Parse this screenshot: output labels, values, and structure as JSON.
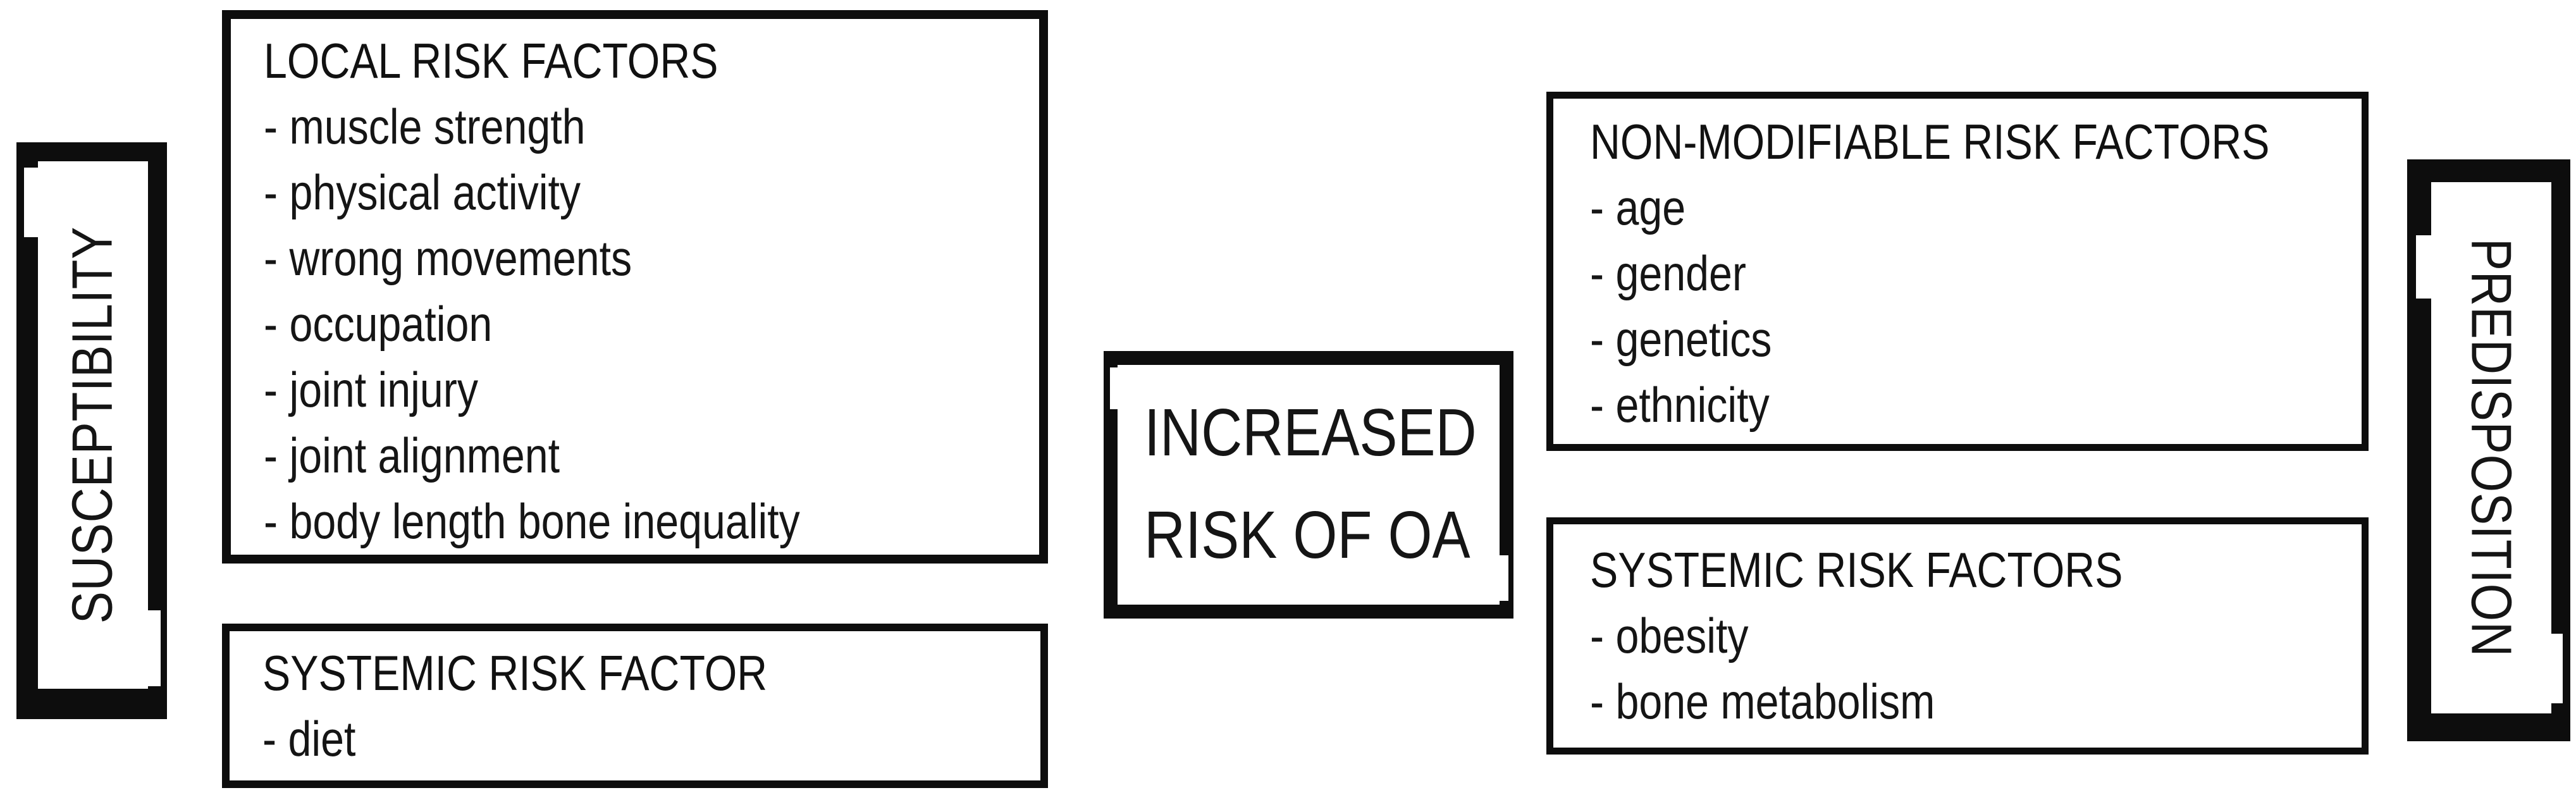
{
  "figure": {
    "background_color": "#ffffff",
    "ink_color": "#0d0d0d"
  },
  "left_vertical_label": "SUSCEPTIBILITY",
  "right_vertical_label": "PREDISPOSITION",
  "increased_risk_box": {
    "line1": "INCREASED",
    "line2": "RISK OF OA"
  },
  "local_risk_box": {
    "title": "LOCAL RISK FACTORS",
    "items": [
      "- muscle strength",
      "- physical activity",
      "- wrong movements",
      "- occupation",
      "- joint injury",
      "- joint alignment",
      "- body length bone inequality"
    ]
  },
  "systemic_left_box": {
    "title": "SYSTEMIC RISK FACTOR",
    "items": [
      "- diet"
    ]
  },
  "non_modifiable_box": {
    "title": "NON-MODIFIABLE RISK FACTORS",
    "items": [
      "- age",
      "- gender",
      "- genetics",
      "- ethnicity"
    ]
  },
  "systemic_right_box": {
    "title": "SYSTEMIC RISK FACTORS",
    "items": [
      "- obesity",
      "- bone metabolism"
    ]
  }
}
